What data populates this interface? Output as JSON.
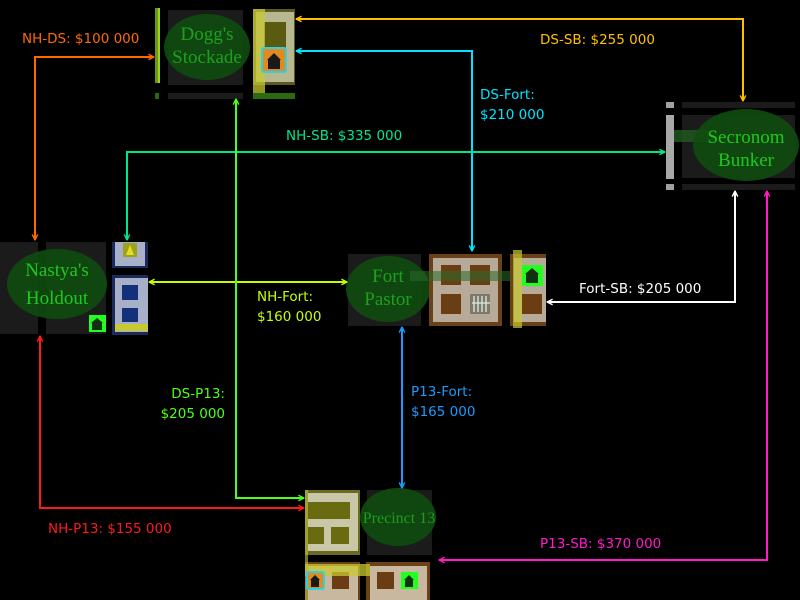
{
  "title": "Route cost map",
  "locations": [
    {
      "id": "ds",
      "name_line1": "Dogg's",
      "name_line2": "Stockade",
      "abbr": "DS"
    },
    {
      "id": "nh",
      "name_line1": "Nastya's",
      "name_line2": "Holdout",
      "abbr": "NH"
    },
    {
      "id": "fort",
      "name_line1": "Fort",
      "name_line2": "Pastor",
      "abbr": "Fort"
    },
    {
      "id": "sb",
      "name_line1": "Secronom",
      "name_line2": "Bunker",
      "abbr": "SB"
    },
    {
      "id": "p13",
      "name_line1": "Precinct 13",
      "name_line2": "",
      "abbr": "P13"
    }
  ],
  "routes": [
    {
      "id": "nh-ds",
      "label": "NH-DS: $100 000",
      "label_line1": "NH-DS: $100 000",
      "label_line2": "",
      "cost": 100000,
      "color": "#ff6a00"
    },
    {
      "id": "ds-sb",
      "label": "DS-SB: $255 000",
      "label_line1": "DS-SB: $255 000",
      "label_line2": "",
      "cost": 255000,
      "color": "#ffc000"
    },
    {
      "id": "ds-fort",
      "label": "DS-Fort: $210 000",
      "label_line1": "DS-Fort:",
      "label_line2": "$210 000",
      "cost": 210000,
      "color": "#00e5ff"
    },
    {
      "id": "nh-sb",
      "label": "NH-SB: $335 000",
      "label_line1": "NH-SB: $335 000",
      "label_line2": "",
      "cost": 335000,
      "color": "#00e68c"
    },
    {
      "id": "nh-fort",
      "label": "NH-Fort: $160 000",
      "label_line1": "NH-Fort:",
      "label_line2": "$160 000",
      "cost": 160000,
      "color": "#c8ff00"
    },
    {
      "id": "fort-sb",
      "label": "Fort-SB: $205 000",
      "label_line1": "Fort-SB: $205 000",
      "label_line2": "",
      "cost": 205000,
      "color": "#ffffff"
    },
    {
      "id": "ds-p13",
      "label": "DS-P13: $205 000",
      "label_line1": "DS-P13:",
      "label_line2": "$205 000",
      "cost": 205000,
      "color": "#4cff1a"
    },
    {
      "id": "p13-fort",
      "label": "P13-Fort: $165 000",
      "label_line1": "P13-Fort:",
      "label_line2": "$165 000",
      "cost": 165000,
      "color": "#1a9bff"
    },
    {
      "id": "nh-p13",
      "label": "NH-P13: $155 000",
      "label_line1": "NH-P13: $155 000",
      "label_line2": "",
      "cost": 155000,
      "color": "#ff1a1a"
    },
    {
      "id": "p13-sb",
      "label": "P13-SB: $370 000",
      "label_line1": "P13-SB: $370 000",
      "label_line2": "",
      "cost": 370000,
      "color": "#ff1acb"
    }
  ],
  "icons": {
    "safehouse": "house-icon",
    "alarm": "bell-icon",
    "jail": "jail-cell-icon"
  }
}
